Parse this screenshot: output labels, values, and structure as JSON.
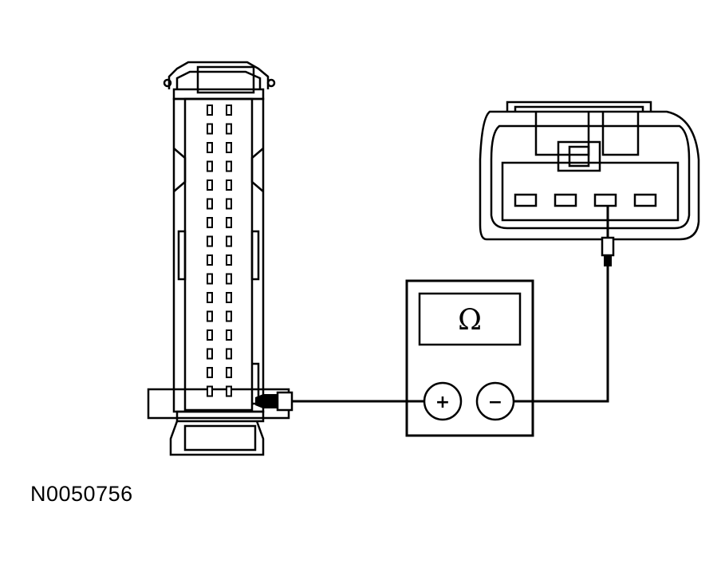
{
  "figure": {
    "id_label": "N0050756"
  },
  "meter": {
    "display_symbol": "Ω",
    "positive_label": "+",
    "negative_label": "−"
  },
  "large_connector": {
    "rows": 16,
    "columns": 2,
    "probed_pin": {
      "row": 16,
      "column": 2
    }
  },
  "small_connector": {
    "pins": 4,
    "probed_pin": 3
  },
  "colors": {
    "line": "#000000",
    "background": "#ffffff"
  }
}
